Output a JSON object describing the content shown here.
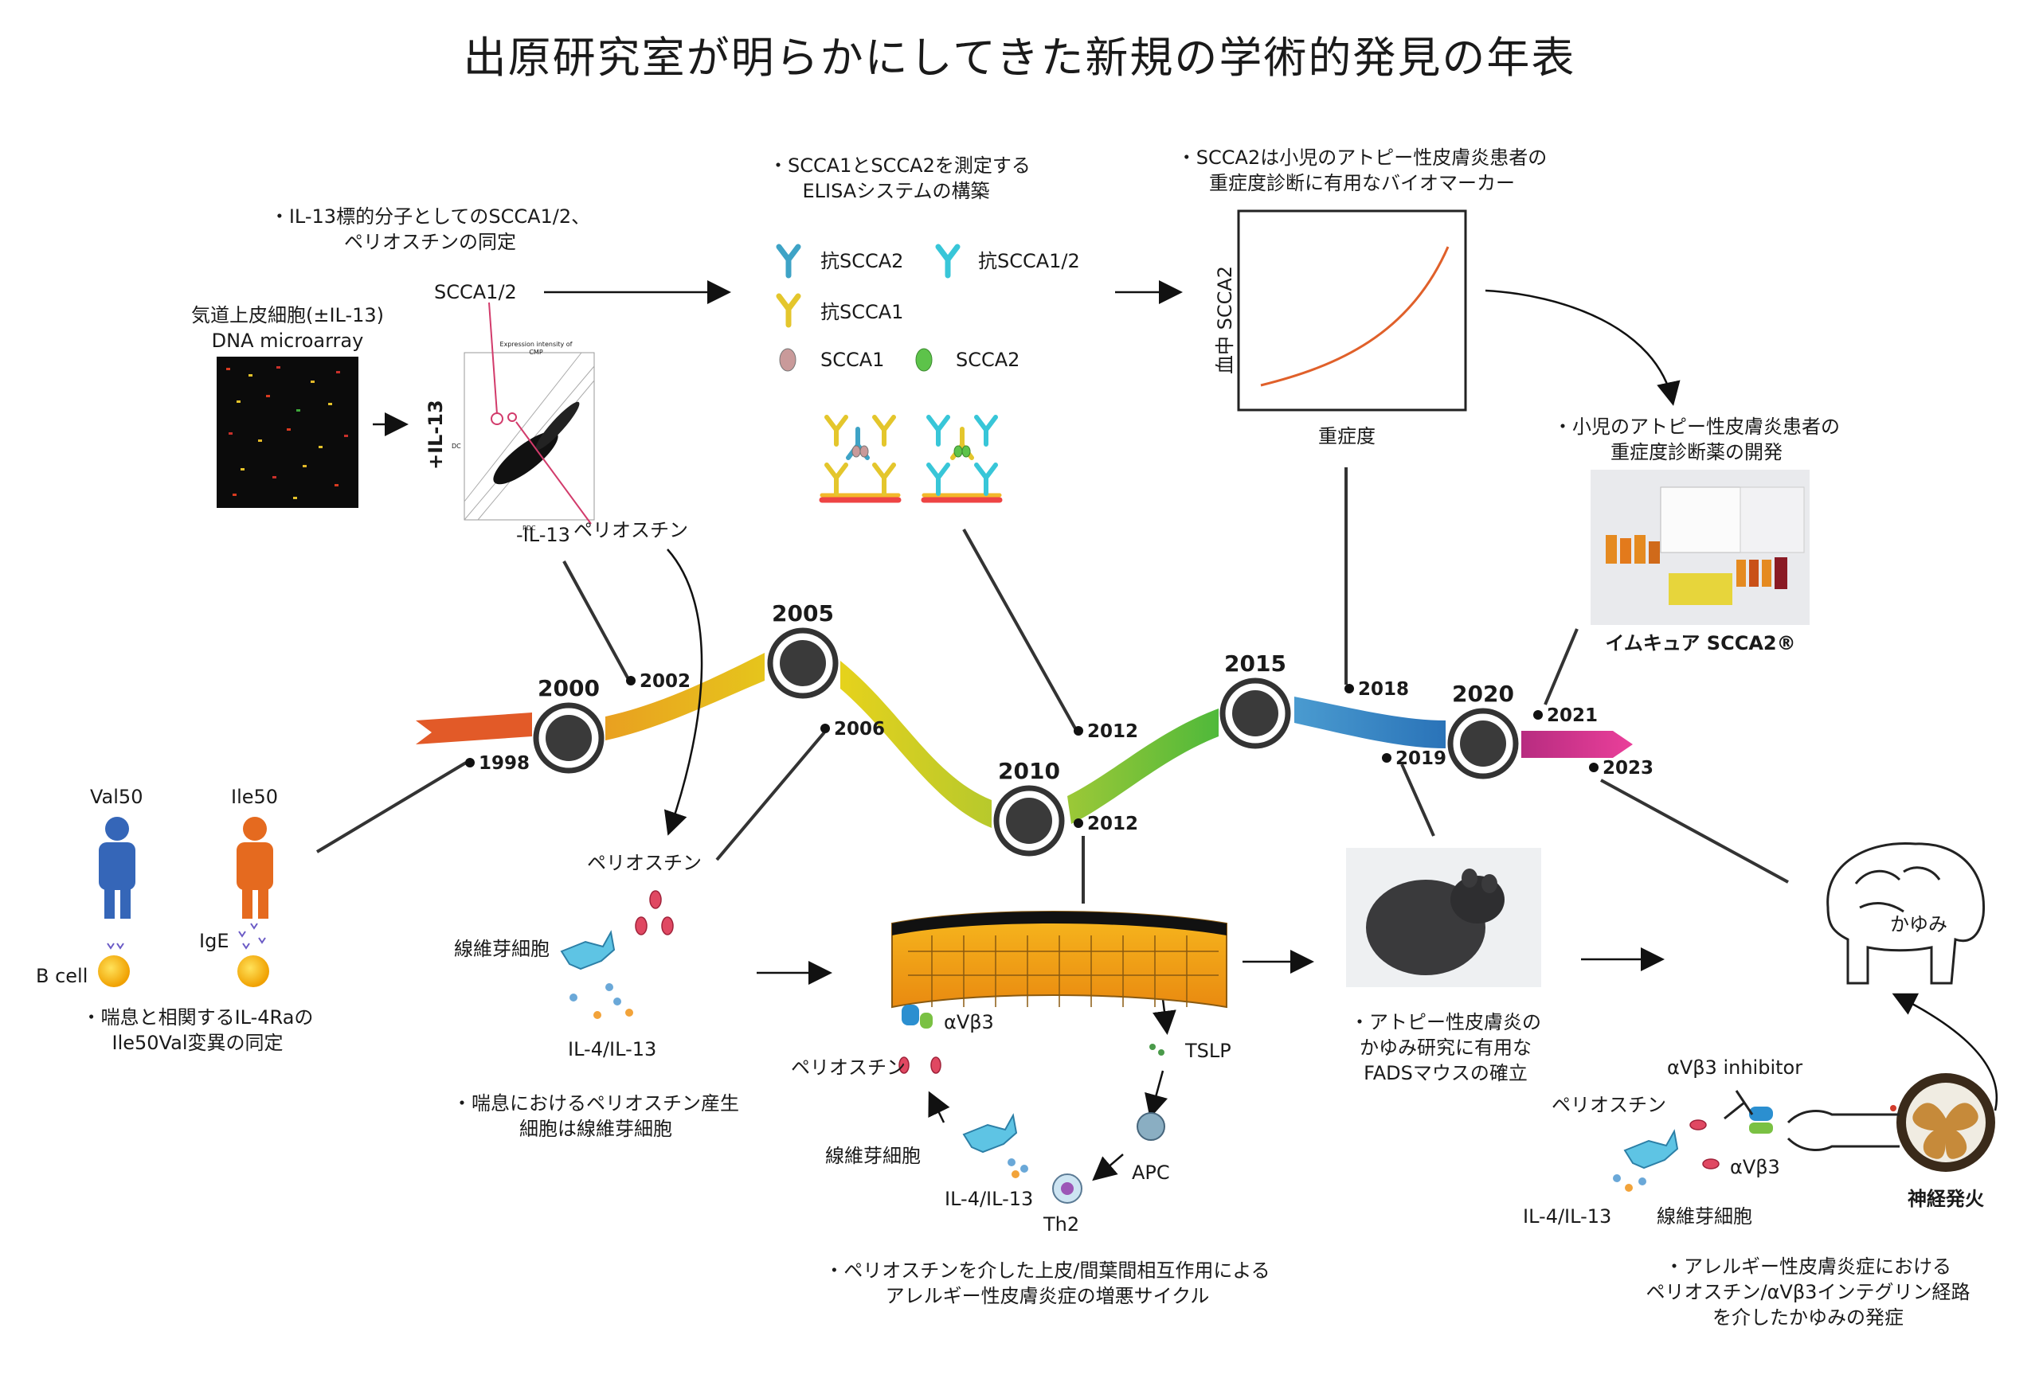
{
  "title": "出原研究室が明らかにしてきた新規の学術的発見の年表",
  "timeline": {
    "years": [
      "2000",
      "2005",
      "2010",
      "2015",
      "2020"
    ],
    "markers": [
      "1998",
      "2002",
      "2006",
      "2012",
      "2012",
      "2018",
      "2019",
      "2021",
      "2023"
    ],
    "band_colors": [
      "#e0592a",
      "#e9a61c",
      "#e7cf1a",
      "#a8c33a",
      "#6fbf3c",
      "#3d8fc7",
      "#c1308a",
      "#e9449a"
    ]
  },
  "genetics": {
    "val_label": "Val50",
    "ile_label": "Ile50",
    "ige_label": "IgE",
    "bcell_label": "B cell",
    "caption": "・喘息と相関するIL-4Raの\nIle50Val変異の同定"
  },
  "microarray": {
    "caption_top": "・IL-13標的分子としてのSCCA1/2、\nペリオスチンの同定",
    "array_label": "気道上皮細胞(±IL-13)\nDNA microarray",
    "scca_label": "SCCA1/2",
    "plot_title": "Expression intensity of\nCMP",
    "y_label": "+IL-13",
    "x_label": "-IL-13",
    "periostin_label": "ペリオスチン",
    "dc_label": "DC",
    "pdc_label": "PDC"
  },
  "elisa": {
    "caption": "・SCCA1とSCCA2を測定する\nELISAシステムの構築",
    "anti_scca2": "抗SCCA2",
    "anti_scca12": "抗SCCA1/2",
    "anti_scca1": "抗SCCA1",
    "scca1": "SCCA1",
    "scca2": "SCCA2"
  },
  "biomarker": {
    "caption": "・SCCA2は小児のアトピー性皮膚炎患者の\n重症度診断に有用なバイオマーカー",
    "y_label": "血中 SCCA2",
    "x_label": "重症度"
  },
  "drug": {
    "caption": "・小児のアトピー性皮膚炎患者の\n重症度診断薬の開発",
    "product": "イムキュア SCCA2®"
  },
  "fibroblast": {
    "periostin": "ペリオスチン",
    "fibroblast": "線維芽細胞",
    "il": "IL-4/IL-13",
    "caption": "・喘息におけるペリオスチン産生\n細胞は線維芽細胞"
  },
  "cycle": {
    "integrin": "αVβ3",
    "periostin": "ペリオスチン",
    "tslp": "TSLP",
    "apc": "APC",
    "th2": "Th2",
    "fibroblast": "線維芽細胞",
    "il": "IL-4/IL-13",
    "caption": "・ペリオスチンを介した上皮/間葉間相互作用による\nアレルギー性皮膚炎症の増悪サイクル"
  },
  "mouse": {
    "caption": "・アトピー性皮膚炎の\nかゆみ研究に有用な\nFADSマウスの確立"
  },
  "itch": {
    "brain_label": "かゆみ",
    "inhibitor": "αVβ3 inhibitor",
    "periostin": "ペリオスチン",
    "integrin": "αVβ3",
    "il": "IL-4/IL-13",
    "fibroblast": "線維芽細胞",
    "nerve": "神経発火",
    "caption": "・アレルギー性皮膚炎症における\nペリオスチン/αVβ3インテグリン経路\nを介したかゆみの発症"
  }
}
